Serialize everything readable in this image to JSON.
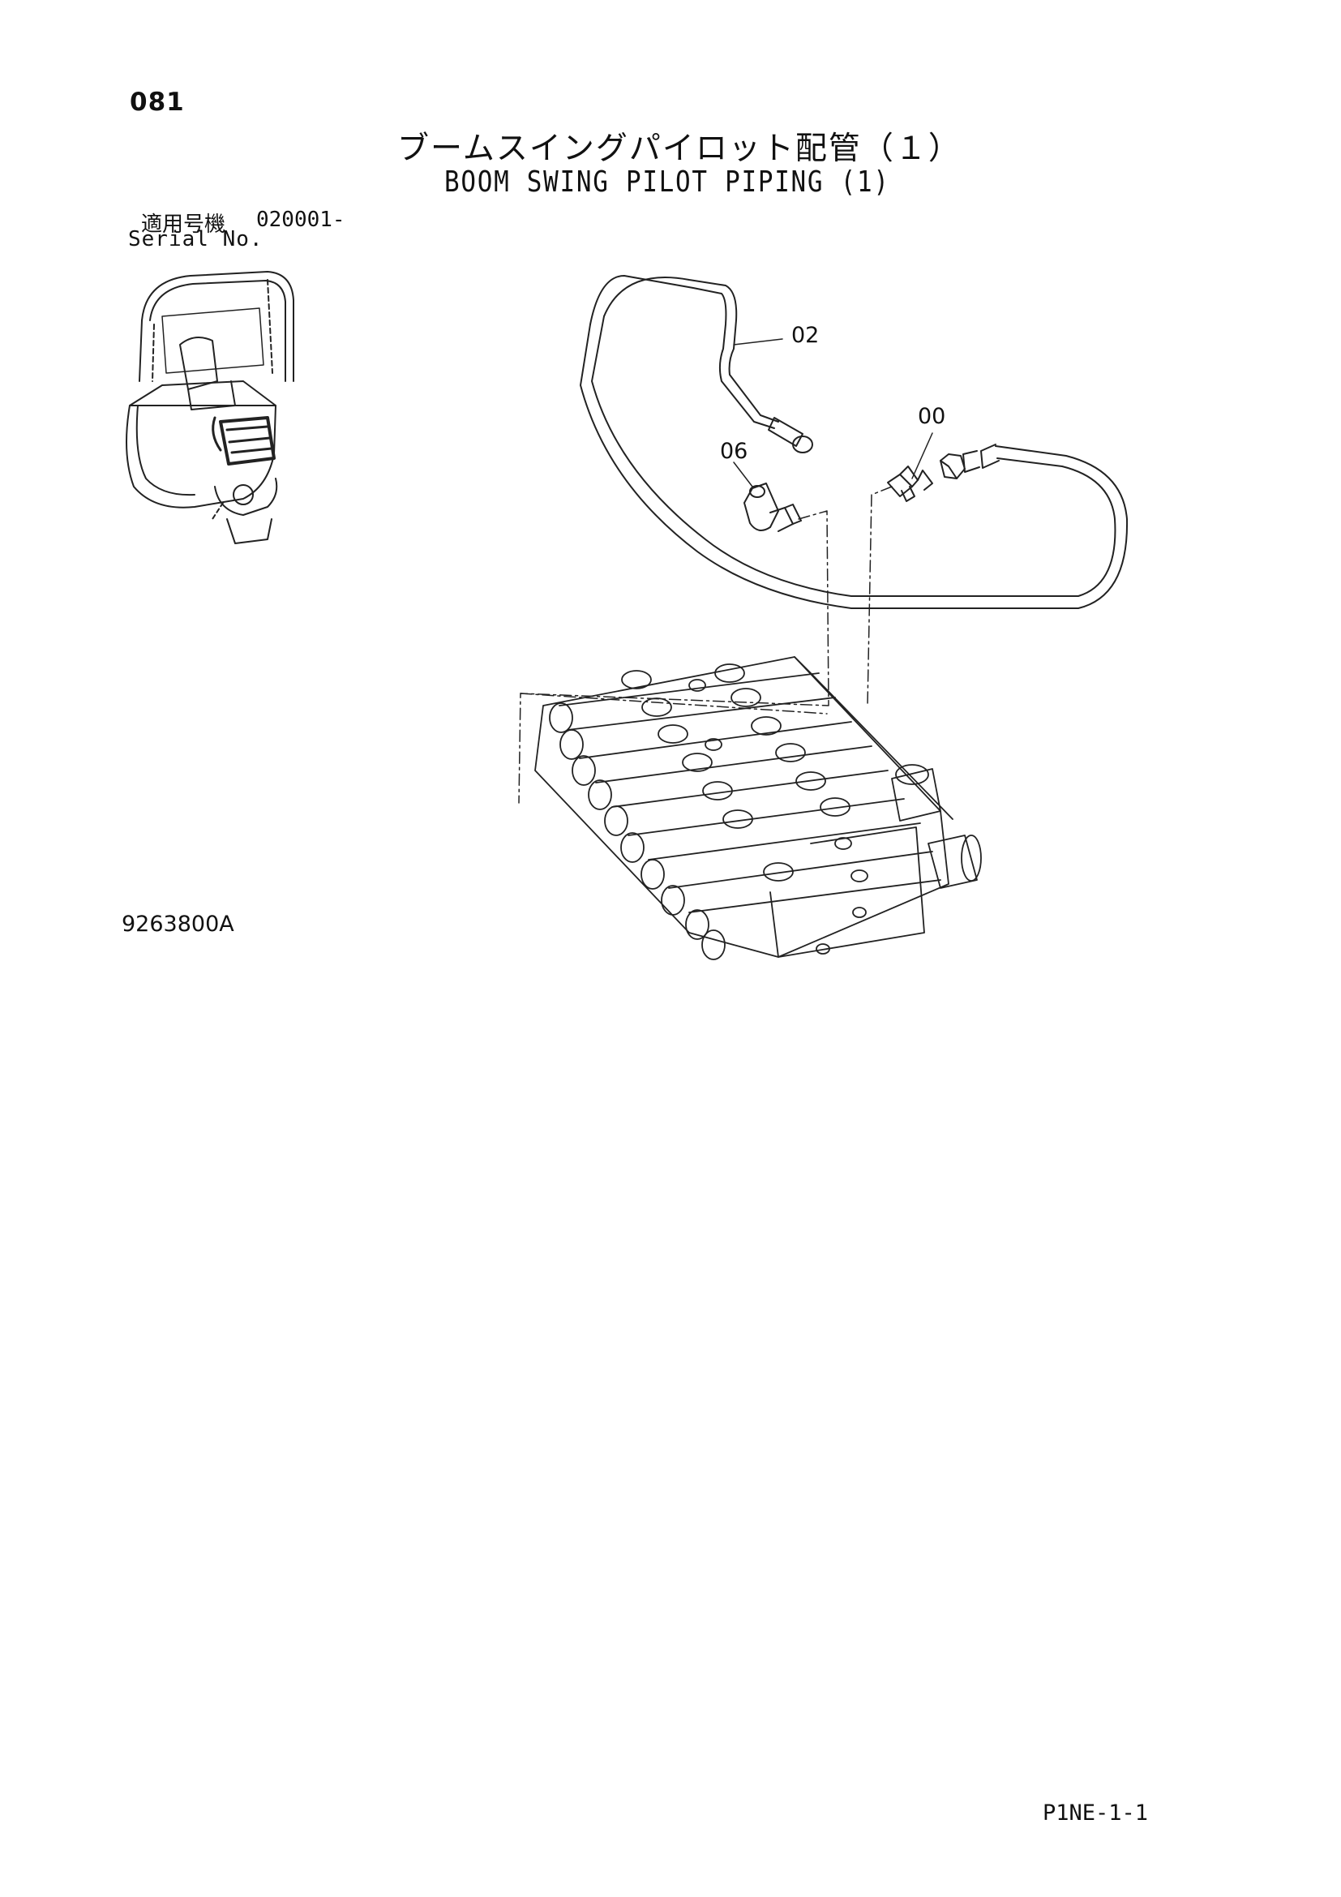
{
  "page": {
    "number": "081",
    "title_jp": "ブームスイングパイロット配管（１）",
    "title_en": "BOOM SWING PILOT PIPING (1)",
    "serial_label_jp": "適用号機",
    "serial_value": "020001-",
    "serial_label_en": "Serial No.",
    "drawing_number": "9263800A",
    "page_reference": "P1NE-1-1"
  },
  "callouts": [
    {
      "id": "part-02",
      "text": "02"
    },
    {
      "id": "part-00",
      "text": "00"
    },
    {
      "id": "part-06",
      "text": "06"
    }
  ]
}
